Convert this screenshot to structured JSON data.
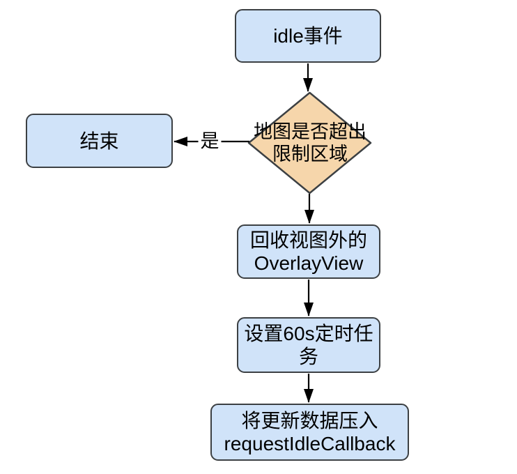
{
  "diagram": {
    "title": "idle event flowchart",
    "colors": {
      "canvas": "#ffffff",
      "process_fill": "#d0e3f9",
      "decision_fill": "#f6d6ab",
      "border": "#3c4043",
      "arrow": "#000000",
      "text": "#000000"
    },
    "nodes": {
      "idle_event": {
        "shape": "rounded-rect",
        "lines": [
          "idle事件"
        ]
      },
      "decision": {
        "shape": "diamond",
        "lines": [
          "地图是否超出",
          "限制区域"
        ]
      },
      "end": {
        "shape": "rounded-rect",
        "lines": [
          "结束"
        ]
      },
      "recycle_overlayview": {
        "shape": "rounded-rect",
        "lines": [
          "回收视图外的",
          "OverlayView"
        ]
      },
      "timer_task": {
        "shape": "rounded-rect",
        "lines": [
          "设置60s定时任",
          "务"
        ]
      },
      "push_callback": {
        "shape": "rounded-rect",
        "lines": [
          "将更新数据压入",
          "requestIdleCallback"
        ]
      }
    },
    "edges": [
      {
        "from": "idle_event",
        "to": "decision",
        "label": ""
      },
      {
        "from": "decision",
        "to": "end",
        "label": "是"
      },
      {
        "from": "decision",
        "to": "recycle_overlayview",
        "label": ""
      },
      {
        "from": "recycle_overlayview",
        "to": "timer_task",
        "label": ""
      },
      {
        "from": "timer_task",
        "to": "push_callback",
        "label": ""
      }
    ]
  }
}
